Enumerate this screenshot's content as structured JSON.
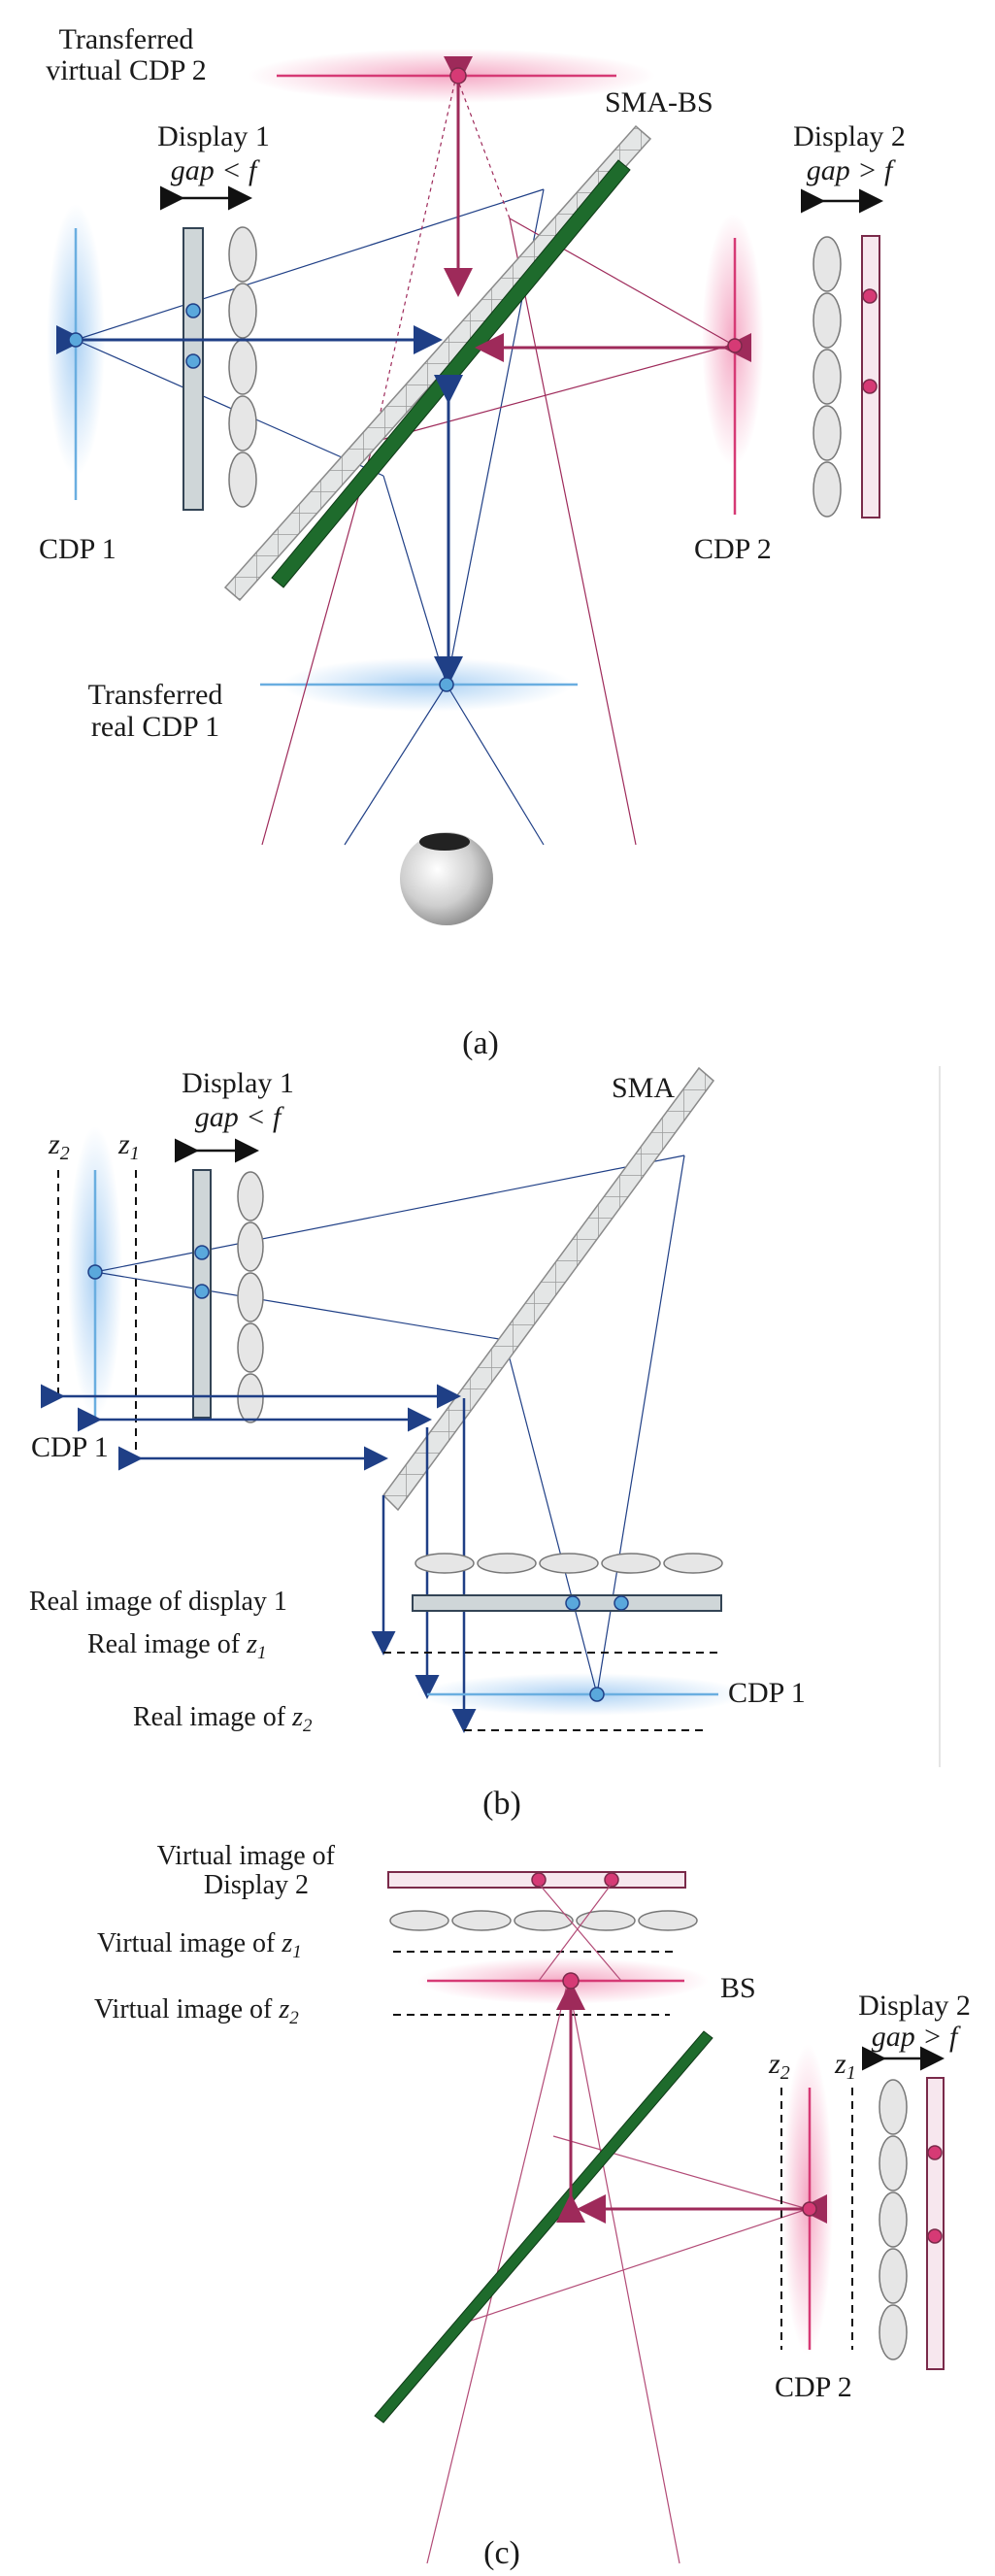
{
  "panel_a": {
    "transferred_virtual_line1": "Transferred",
    "transferred_virtual_line2": "virtual CDP 2",
    "sma_bs": "SMA-BS",
    "display1": "Display 1",
    "display1_gap": "gap < f",
    "display2": "Display 2",
    "display2_gap": "gap > f",
    "cdp1": "CDP 1",
    "cdp2": "CDP 2",
    "transferred_real_line1": "Transferred",
    "transferred_real_line2": "real CDP 1",
    "caption": "(a)"
  },
  "panel_b": {
    "display1": "Display 1",
    "display1_gap": "gap < f",
    "sma": "SMA",
    "z2": "z",
    "z2_sub": "2",
    "z1": "z",
    "z1_sub": "1",
    "cdp1_left": "CDP 1",
    "real_image_display1": "Real image of display 1",
    "real_image_z1_prefix": "Real image of ",
    "real_image_z2_prefix": "Real image of ",
    "cdp1_right": "CDP 1",
    "caption": "(b)"
  },
  "panel_c": {
    "virtual_image_line1": "Virtual image of",
    "virtual_image_line2": "Display 2",
    "virtual_z1_prefix": "Virtual image of ",
    "virtual_z2_prefix": "Virtual image of ",
    "bs": "BS",
    "display2": "Display 2",
    "display2_gap": "gap > f",
    "z2": "z",
    "z2_sub": "2",
    "z1": "z",
    "z1_sub": "1",
    "cdp2": "CDP 2",
    "caption": "(c)"
  },
  "colors": {
    "blue_line": "#6aaee0",
    "blue_dark": "#1f3f86",
    "pink_line": "#d63a75",
    "pink_dark": "#9e2a5a",
    "green_bs": "#1e6b2c",
    "lens_fill": "#e6e6e6",
    "panel_gray": "#cfd6d8"
  }
}
